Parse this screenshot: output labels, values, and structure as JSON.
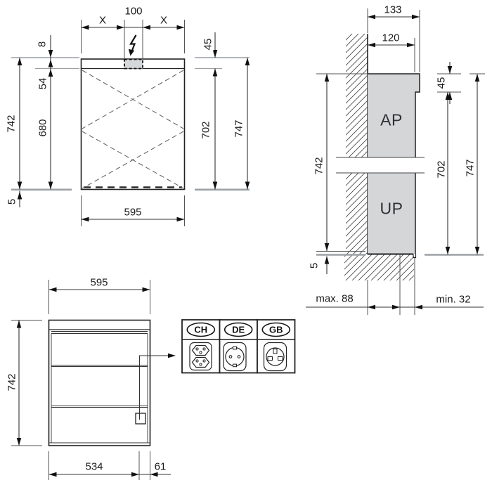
{
  "front": {
    "dim_x_left": "X",
    "dim_100": "100",
    "dim_x_right": "X",
    "dim_8": "8",
    "dim_54": "54",
    "dim_680": "680",
    "dim_742": "742",
    "dim_5": "5",
    "dim_45": "45",
    "dim_702": "702",
    "dim_747": "747",
    "dim_595": "595"
  },
  "side": {
    "dim_133": "133",
    "dim_120": "120",
    "dim_45": "45",
    "dim_742": "742",
    "dim_5": "5",
    "dim_702": "702",
    "dim_747": "747",
    "dim_max88": "max. 88",
    "dim_min32": "min. 32",
    "label_ap": "AP",
    "label_up": "UP"
  },
  "interior": {
    "dim_595": "595",
    "dim_742": "742",
    "dim_534": "534",
    "dim_61": "61"
  },
  "sockets": {
    "items": [
      {
        "code": "CH",
        "icon": "swiss-socket-icon"
      },
      {
        "code": "DE",
        "icon": "schuko-socket-icon"
      },
      {
        "code": "GB",
        "icon": "uk-socket-icon"
      }
    ]
  }
}
